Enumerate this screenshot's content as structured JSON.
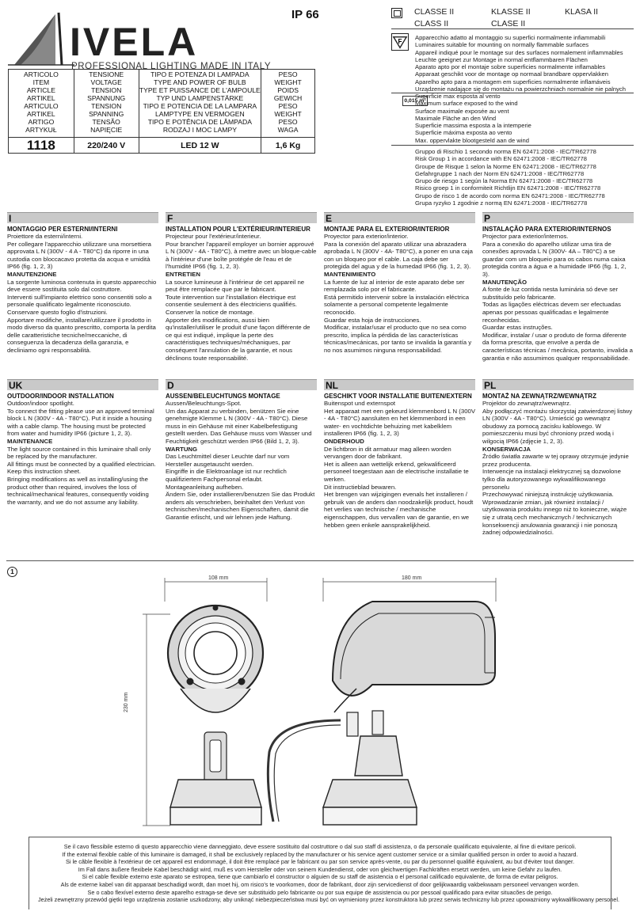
{
  "brand": {
    "name": "IVELA",
    "tagline": "PROFESSIONAL LIGHTING MADE IN ITALY"
  },
  "ip_rating": "IP 66",
  "classes": {
    "row1": [
      "CLASSE II",
      "KLASSE II",
      "KLASA II"
    ],
    "row2": [
      "CLASS II",
      "CLASE II"
    ]
  },
  "product_table": {
    "headers": [
      [
        "ARTICOLO",
        "ITEM",
        "ARTICLE",
        "ARTIKEL",
        "ARTICULO",
        "ARTIKEL",
        "ARTIGO",
        "ARTYKUŁ"
      ],
      [
        "TENSIONE",
        "VOLTAGE",
        "TENSION",
        "SPANNUNG",
        "TENSION",
        "SPANNING",
        "TENSÃO",
        "NAPIĘCIE"
      ],
      [
        "TIPO E POTENZA DI LAMPADA",
        "TYPE AND POWER OF BULB",
        "TYPE ET PUISSANCE DE L'AMPOULE",
        "TYP UND LAMPENSTÄRKE",
        "TIPO E POTENCIA DE LA LAMPARA",
        "LAMPTYPE EN VERMOGEN",
        "TIPO E POTÊNCIA DE LÂMPADA",
        "RODZAJ I MOC LAMPY"
      ],
      [
        "PESO",
        "WEIGHT",
        "POIDS",
        "GEWICH",
        "PESO",
        "WEIGHT",
        "PESO",
        "WAGA"
      ]
    ],
    "values": [
      "1118",
      "220/240 V",
      "LED 12 W",
      "1,6 Kg"
    ]
  },
  "flammable_info": [
    "Apparecchio adatto al montaggio su superfici normalmente infiammabili",
    "Luminaires suitable for mounting on normally flammable surfaces",
    "Appareil indiqué pour le montage sur des surfaces normalement inflammables",
    "Leuchte geeignet zur Montage in normal entflammbaren Flächen",
    "Aparato apto por el montaje sobre superficies normalmente inflamables",
    "Apparaat geschikt voor de montage op normaal brandbare oppervlakken",
    "Aparelho apto para a montagem em superficies normalmente inflamáveis",
    "Urządzenie nadające się do montażu na powierzchniach normalnie nie palnych"
  ],
  "surface": {
    "value": "0,015 m²",
    "lines": [
      "Superficie max esposta al vento",
      "Maximum surface exposed to the wind",
      "Surface maximale exposée au vent",
      "Maximale Fläche an den Wind",
      "Superficie massima esposta a la intemperie",
      "Superficie máxima exposta ao vento",
      "Max. oppervlakte blootgesteld aan de wind"
    ]
  },
  "risk_groups": [
    "Gruppo di Rischio 1 secondo norma EN 62471:2008 - IEC/TR62778",
    "Risk Group 1 in accordance with EN 62471:2008 - IEC/TR62778",
    "Groupe de Risque 1 selon la Norme EN 62471:2008 - IEC/TR62778",
    "Gefahrgruppe 1 nach der Norm EN 62471:2008 - IEC/TR62778",
    "Grupo de riesgo 1 según la Norma EN 62471:2008 - IEC/TR62778",
    "Risico groep 1 in conformiteit Richtlijn EN 62471:2008 - IEC/TR62778",
    "Grupo de risco 1 de acordo com norma EN 62471:2008 - IEC/TR62778",
    "Grupa ryzyko 1 zgodnie z normą EN 62471:2008 - IEC/TR62778"
  ],
  "languages": [
    {
      "code": "I",
      "title": "MONTAGGIO PER ESTERNI/INTERNI",
      "blocks": [
        {
          "t": "p",
          "text": "Proiettore da esterni/interni."
        },
        {
          "t": "p",
          "text": "Per collegare l'apparecchio utilizzare una morsettiera approvata  L N (300V - 4 A - T80°C) da riporre in una custodia con bloccacavo protetta da acqua e umidità IP66 (fig. 1, 2, 3)"
        },
        {
          "t": "s",
          "text": "MANUTENZIONE"
        },
        {
          "t": "p",
          "text": "La sorgente luminosa contenuta in questo apparecchio deve essere sostituita solo dal costruttore."
        },
        {
          "t": "p",
          "text": "Interventi sull'impianto elettrico sono consentiti solo a personale qualificato legalmente riconosciuto."
        },
        {
          "t": "p",
          "text": "Conservare questo foglio d'istruzioni."
        },
        {
          "t": "p",
          "text": "Apportare modifiche, installare/utilizzare il prodotto in modo diverso da quanto prescritto, comporta la perdita delle caratteristiche tecniche/meccaniche, di conseguenza la decadenza della garanzia, e decliniamo ogni responsabilità."
        }
      ]
    },
    {
      "code": "F",
      "title": "INSTALLATION POUR L'EXTÉRIEUR/INTERIEUR",
      "blocks": [
        {
          "t": "p",
          "text": "Projecteur pour l'extérieur/interieur."
        },
        {
          "t": "p",
          "text": "Pour brancher l'appareil employer un bornier approuvé  L N (300V - 4A - T80°C), à mettre avec un bloque-cable à l'intérieur d'une boîte protégée de l'eau et de l'humidité IP66 (fig. 1, 2, 3)."
        },
        {
          "t": "s",
          "text": "ENTRETIEN"
        },
        {
          "t": "p",
          "text": "La source lumineuse à l'intérieur de cet appareil ne peut être remplacée que par le fabricant."
        },
        {
          "t": "p",
          "text": "Toute intervention sur l'installation électrique est consentie seulement à des électriciens qualifiés."
        },
        {
          "t": "p",
          "text": "Conserver la notice de montage."
        },
        {
          "t": "p",
          "text": "Apporter des modifications, aussi bien qu'installer/utiliser le produit d'une façon différente de ce qui est indiqué, implique la perte des caractéristiques techniques/méchaniques, par conséquent l'annulation de la garantie, et nous déclinons toute responsabilité."
        }
      ]
    },
    {
      "code": "E",
      "title": "MONTAJE PARA EL EXTERIOR/INTERIOR",
      "blocks": [
        {
          "t": "p",
          "text": "Proyector para exterior/interior."
        },
        {
          "t": "p",
          "text": "Para la conexión del aparato utilizar una abrazadera aprobada  L N (300V - 4A- T80°C), a poner en una caja con un bloqueo por el cable. La caja debe ser protegida del agua y de la humedad IP66 (fig. 1, 2, 3)."
        },
        {
          "t": "s",
          "text": "MANTENIMIENTO"
        },
        {
          "t": "p",
          "text": "La fuente de luz al interior de este aparato debe ser remplazada solo por el fabricante."
        },
        {
          "t": "p",
          "text": "Está permitido intervenir sobre la instalación eléctrica solamente a personal competente legalmente reconocido."
        },
        {
          "t": "p",
          "text": "Guardar esta hoja de instrucciones."
        },
        {
          "t": "p",
          "text": "Modificar, instalar/usar el producto que no sea como prescrito, implica la pérdida de las características técnicas/mecánicas, por tanto se invalida la garantía y no nos asumimos ninguna responsabilidad."
        }
      ]
    },
    {
      "code": "P",
      "title": "INSTALAÇÃO PARA EXTERIOR/INTERNOS",
      "blocks": [
        {
          "t": "p",
          "text": "Projector para exterior/internos."
        },
        {
          "t": "p",
          "text": "Para a conexão do aparelho utilizar uma tira de conexões aprovada  L N (300V- 4A – T80°C) a se guardar com um bloqueio para os cabos numa caixa protegida contra a água e a humidade IP66 (fig. 1, 2, 3)."
        },
        {
          "t": "s",
          "text": "MANUTENÇÃO"
        },
        {
          "t": "p",
          "text": "A fonte de luz contida nesta luminária só deve ser substituído pelo fabricante."
        },
        {
          "t": "p",
          "text": "Todas as ligações eléctricas devem ser efectuadas apenas por pessoas qualificadas e legalmente reconhecidas."
        },
        {
          "t": "p",
          "text": "Guardar estas instruções."
        },
        {
          "t": "p",
          "text": "Modificar, instalar / usar o produto de forma diferente da forma prescrita, que envolve a perda de características técnicas / mecânica, portanto, invalida a garantia e não assumimos qualquer responsabilidade."
        }
      ]
    },
    {
      "code": "UK",
      "title": "OUTDOOR/INDOOR  INSTALLATION",
      "blocks": [
        {
          "t": "p",
          "text": "Outdoor/indoor spotlight."
        },
        {
          "t": "p",
          "text": "To connect the fitting please use an approved terminal block  L N (300V - 4A - T80°C). Put it inside a housing with a cable clamp. The housing must be protected from water and humidity IP66 (picture 1, 2, 3)."
        },
        {
          "t": "s",
          "text": "MAINTENANCE"
        },
        {
          "t": "p",
          "text": "The light source contained in this luminaire shall only be replaced by the manufacturer."
        },
        {
          "t": "p",
          "text": "All fittings must be connected by a qualified electrician."
        },
        {
          "t": "p",
          "text": "Keep this instruction sheet."
        },
        {
          "t": "p",
          "text": "Bringing modifications as well as installing/using the product other than required, involves the loss of technical/mechanical features, consequently voiding the warranty, and we do not assume any liability."
        }
      ]
    },
    {
      "code": "D",
      "title": "AUSSEN/BELEUCHTUNGS MONTAGE",
      "blocks": [
        {
          "t": "p",
          "text": "Aussen/Beleuchtungs-Spot."
        },
        {
          "t": "p",
          "text": "Um das Apparat zu verbinden, benützen Sie eine genehmigte Klemme  L N (300V - 4A - T80°C). Diese muss in ein Gehäuse mit einer Kabelbefestigung gestellt werden. Das Gehäuse muss vom Wasser und Feuchtigkeit geschützt werden IP66 (Bild 1, 2, 3)."
        },
        {
          "t": "s",
          "text": "WARTUNG"
        },
        {
          "t": "p",
          "text": "Das Leuchtmittel dieser Leuchte darf nur vom Hersteller ausgetauscht werden."
        },
        {
          "t": "p",
          "text": "Eingriffe in die Elektroanlage ist nur  rechtlich qualifiziertem Fachpersonal erlaubt."
        },
        {
          "t": "p",
          "text": "Montageanleitung aufheben."
        },
        {
          "t": "p",
          "text": "Ändern Sie, oder installieren/benutzen Sie das Produkt anders als verschrieben, beinhaltet den Verlust von technischen/mechanischen Eigenschaften, damit die Garantie erlischt, und wir lehnen jede Haftung."
        }
      ]
    },
    {
      "code": "NL",
      "title": "GESCHIKT VOOR INSTALLATIE BUITEN/EXTERN",
      "blocks": [
        {
          "t": "p",
          "text": "Buitenspot und externspot"
        },
        {
          "t": "p",
          "text": "Het apparaat met een gekeurd klemmenbord  L N (300V - 4A - T80°C) aansluiten en het klemmenbord in een water- en vochtdichte behuizing met kabelklem installeren IP66 (fig. 1, 2, 3)"
        },
        {
          "t": "s",
          "text": "ONDERHOUD"
        },
        {
          "t": "p",
          "text": "De lichtbron in dit armatuur mag alleen worden vervangen door de fabrikant."
        },
        {
          "t": "p",
          "text": "Het is alleen aan wettelijk erkend, gekwalificeerd personeel toegestaan aan de electrische installatie te werken."
        },
        {
          "t": "p",
          "text": "Dit instructieblad bewaren."
        },
        {
          "t": "p",
          "text": "Het brengen van wijzigingen evenals het installeren / gebruik van de anders dan noodzakelijk product, houdt het verlies van technische / mechanische eigenschappen, dus vervallen van de garantie, en we hebben geen enkele aansprakelijkheid."
        }
      ]
    },
    {
      "code": "PL",
      "title": "MONTAŻ NA ZEWNĄTRZ/WEWNĄTRZ",
      "blocks": [
        {
          "t": "p",
          "text": "Projektor do zewnątrz/wewnątrz."
        },
        {
          "t": "p",
          "text": "Aby podłączyć montażu skorzystaj zatwierdzonej listwy LN (300V - 4A - T80°C). Umieścić go wewnątrz obudowy za pomocą zacisku kablowego. W pomieszczeniu musi być chroniony przed wodą i wilgocią IP66 (zdjęcie 1, 2, 3)."
        },
        {
          "t": "s",
          "text": "KONSERWACJA"
        },
        {
          "t": "p",
          "text": "Źródło światła zawarte w tej oprawy otrzymuje jedynie przez producenta."
        },
        {
          "t": "p",
          "text": "Interwencje na instalacji elektrycznej są dozwolone tylko dla autoryzowanego wykwalifikowanego personelu"
        },
        {
          "t": "p",
          "text": "Przechowywać niniejszą instrukcję użytkowania."
        },
        {
          "t": "p",
          "text": "Wprowadzanie zmian, jak również instalacji / użytkowania produktu innego niż to konieczne, wiąże się z utratą cech mechanicznych / technicznych konsekwencji anulowania gwarancji i nie ponoszą żadnej odpowiedzialności."
        }
      ]
    }
  ],
  "figure": {
    "number": "1",
    "dim_front_width": "108 mm",
    "dim_side_width": "180 mm",
    "dim_height": "230 mm"
  },
  "footer": [
    "Se il cavo flessibile esterno di questo apparecchio viene danneggiato, deve essere sostituito dal costruttore o dal suo staff di assistenza, o da personale qualificato equivalente, al fine di evitare pericoli.",
    "If the external flexible cable of this luminaire is damaged, it shall be exclusively replaced by the manufacturer or his service agent customer service or a similar qualified person in order to avoid a hazard.",
    "Si le câble flexible à l'extérieur de cet appareil est endommagé, il doit être remplacé par le fabricant ou par son service après-vente, ou par du personnel qualifié équivalent, au but d'éviter tout danger.",
    "Im Fall dans äußere flexibele Kabel beschädigt wird, muß es vom Hersteller oder von seinem Kundendienst, oder von gleichwertigen Fachkräften ersetzt werden, um keine Gefahr zu laufen.",
    "Si el cable flexible externo este aparato se estropea, tiene que cambiarlo el constructor o alguien de su staff de asistencia o el personal calificado equivalente, de forma de evitar peligros.",
    "Als de externe kabel van dit apparaat beschadigd wordt, dan moet hij, om risico's te voorkomen, door de fabrikant, door zijn servicedienst of door gelijkwaardig vakbekwaam personeel vervangen worden.",
    "Se o cabo flexível externo deste aparelho estraga-se deve ser substituido pelo fabricante ou por sua equipe de assistencia ou por pessoal qualificado para evitar situacões de perigo.",
    "Jeżeli zewnętrzny przewód giętki tego urządzenia zostanie uszkodzony, aby uniknąć niebezpieczeństwa musi być on wymieniony przez konstruktora lub przez serwis techniczny lub przez upoważniony wykwalifikowany personel."
  ]
}
